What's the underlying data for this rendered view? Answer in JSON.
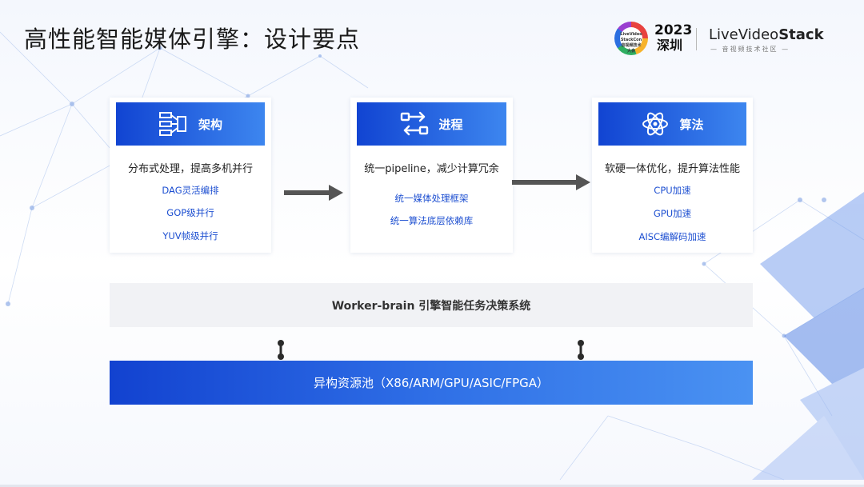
{
  "title": "高性能智能媒体引擎：设计要点",
  "brand": {
    "logo_text": "LiveVideo\nStackCon\n音视频技术大会",
    "year": "2023",
    "city": "深圳",
    "org_prefix": "LiveVideo",
    "org_suffix": "Stack",
    "org_sub": "— 音视频技术社区 —"
  },
  "colors": {
    "header_start": "#1144d2",
    "header_end": "#3d86ef",
    "item_text": "#1d4fd1",
    "arrow": "#555555"
  },
  "cards": [
    {
      "title": "架构",
      "icon": "modules-icon",
      "main": "分布式处理，提高多机并行",
      "items": [
        "DAG灵活编排",
        "GOP级并行",
        "YUV帧级并行"
      ]
    },
    {
      "title": "进程",
      "icon": "switch-arrows-icon",
      "main": "统一pipeline，减少计算冗余",
      "items": [
        "统一媒体处理框架",
        "统一算法底层依赖库"
      ]
    },
    {
      "title": "算法",
      "icon": "atom-icon",
      "main": "软硬一体优化，提升算法性能",
      "items": [
        "CPU加速",
        "GPU加速",
        "AISC编解码加速"
      ]
    }
  ],
  "worker": "Worker-brain 引擎智能任务决策系统",
  "pool": "异构资源池（X86/ARM/GPU/ASIC/FPGA）"
}
